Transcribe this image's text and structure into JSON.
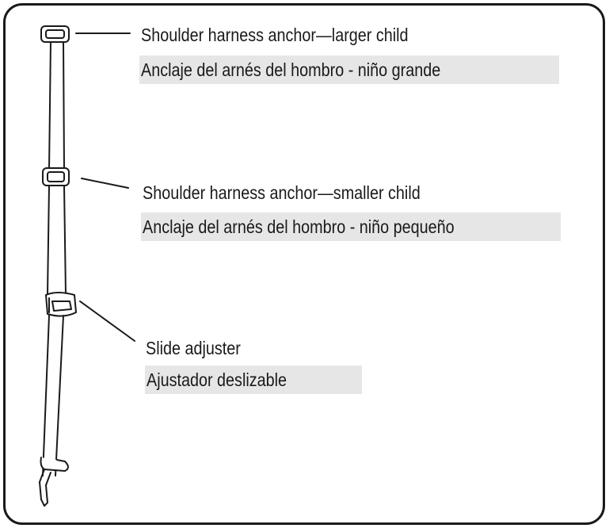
{
  "labels": [
    {
      "english": "Shoulder harness anchor—larger child",
      "spanish": "Anclaje del arnés del hombro - niño grande"
    },
    {
      "english": "Shoulder harness anchor—smaller child",
      "spanish": "Anclaje del arnés del hombro - niño pequeño"
    },
    {
      "english": "Slide adjuster",
      "spanish": "Ajustador deslizable"
    }
  ],
  "colors": {
    "ink": "#1a1a1a",
    "band": "#e6e6e6",
    "background": "#ffffff"
  }
}
